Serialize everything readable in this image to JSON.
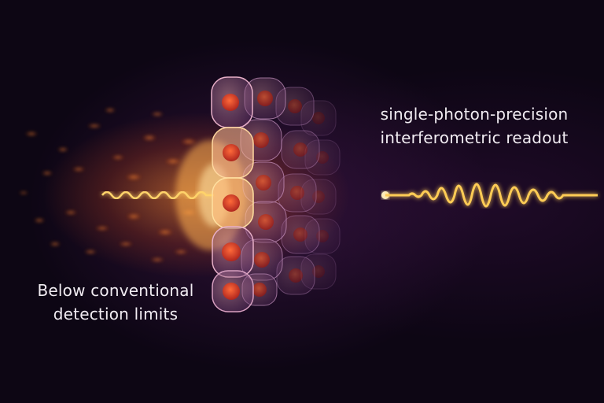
{
  "illustration": {
    "title": "Photon passing through a cell layer with interferometric readout",
    "labels": {
      "right_line1": "single-photon-precision",
      "right_line2": "interferometric readout",
      "left_line1": "Below conventional",
      "left_line2": "detection limits"
    },
    "colors": {
      "background": "#0d0614",
      "beam_core": "#ffe9a0",
      "beam_glow": "#ff7a1a",
      "cell_membrane": "#c98aa8",
      "cell_nucleus": "#e0462a",
      "text": "#f1ecf2"
    },
    "elements": {
      "incoming_wave": "small-amplitude sinusoid entering from left",
      "cell_sheet": "grid of translucent cells with red nuclei, fading to the right",
      "outgoing_wave": "wave packet with growing then decaying amplitude on right"
    }
  }
}
